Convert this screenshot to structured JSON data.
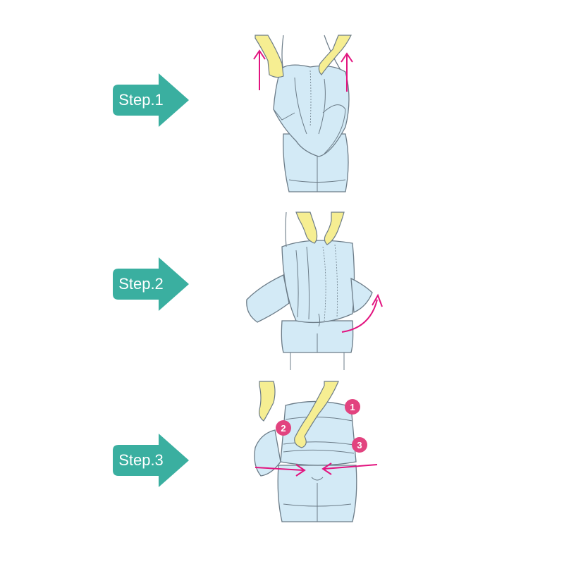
{
  "colors": {
    "arrow_fill": "#3aafa0",
    "garment_fill": "#d3eaf6",
    "garment_stroke": "#6c7c88",
    "skin_fill": "#f6ee92",
    "motion_arrow": "#e2147f",
    "badge_fill": "#e2437f"
  },
  "steps": [
    {
      "label": "Step.1",
      "illustration": "pull-up-waistband"
    },
    {
      "label": "Step.2",
      "illustration": "pull-up-back-panel"
    },
    {
      "label": "Step.3",
      "illustration": "fasten-belt-sequence"
    }
  ],
  "badges": [
    "1",
    "2",
    "3"
  ]
}
